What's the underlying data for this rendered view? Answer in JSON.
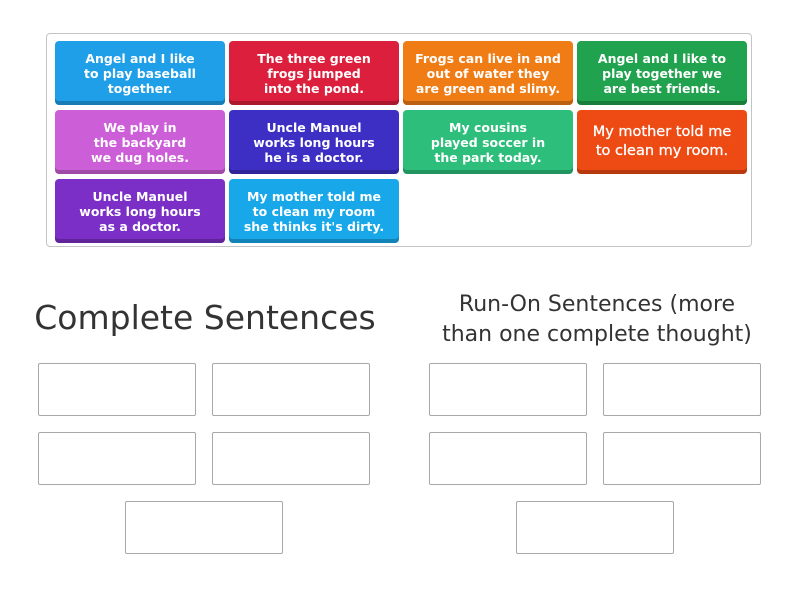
{
  "tiles": [
    {
      "text": "Angel and I like\nto play baseball\ntogether.",
      "color": "#1e9fe8"
    },
    {
      "text": "The three green\nfrogs jumped\ninto the pond.",
      "color": "#dc1f3c"
    },
    {
      "text": "Frogs can live in and\nout of water they\nare green and slimy.",
      "color": "#f07c16"
    },
    {
      "text": "Angel and I like to\nplay together we\nare best friends.",
      "color": "#21a24e"
    },
    {
      "text": "We play in\nthe backyard\nwe dug holes.",
      "color": "#cc5fd7"
    },
    {
      "text": "Uncle Manuel\nworks long hours\nhe is a doctor.",
      "color": "#3d2fc4"
    },
    {
      "text": "My cousins\nplayed soccer in\nthe park today.",
      "color": "#2cbe7a"
    },
    {
      "text": "My mother told me\nto clean my room.",
      "color": "#ee4a14"
    },
    {
      "text": "Uncle Manuel\nworks long hours\nas a doctor.",
      "color": "#7b2fc6"
    },
    {
      "text": "My mother told me\nto clean my room\nshe thinks it's dirty.",
      "color": "#18a8ea"
    }
  ],
  "groups": {
    "complete": {
      "title": "Complete Sentences"
    },
    "runon": {
      "title": "Run-On Sentences (more\nthan one complete thought)"
    }
  }
}
